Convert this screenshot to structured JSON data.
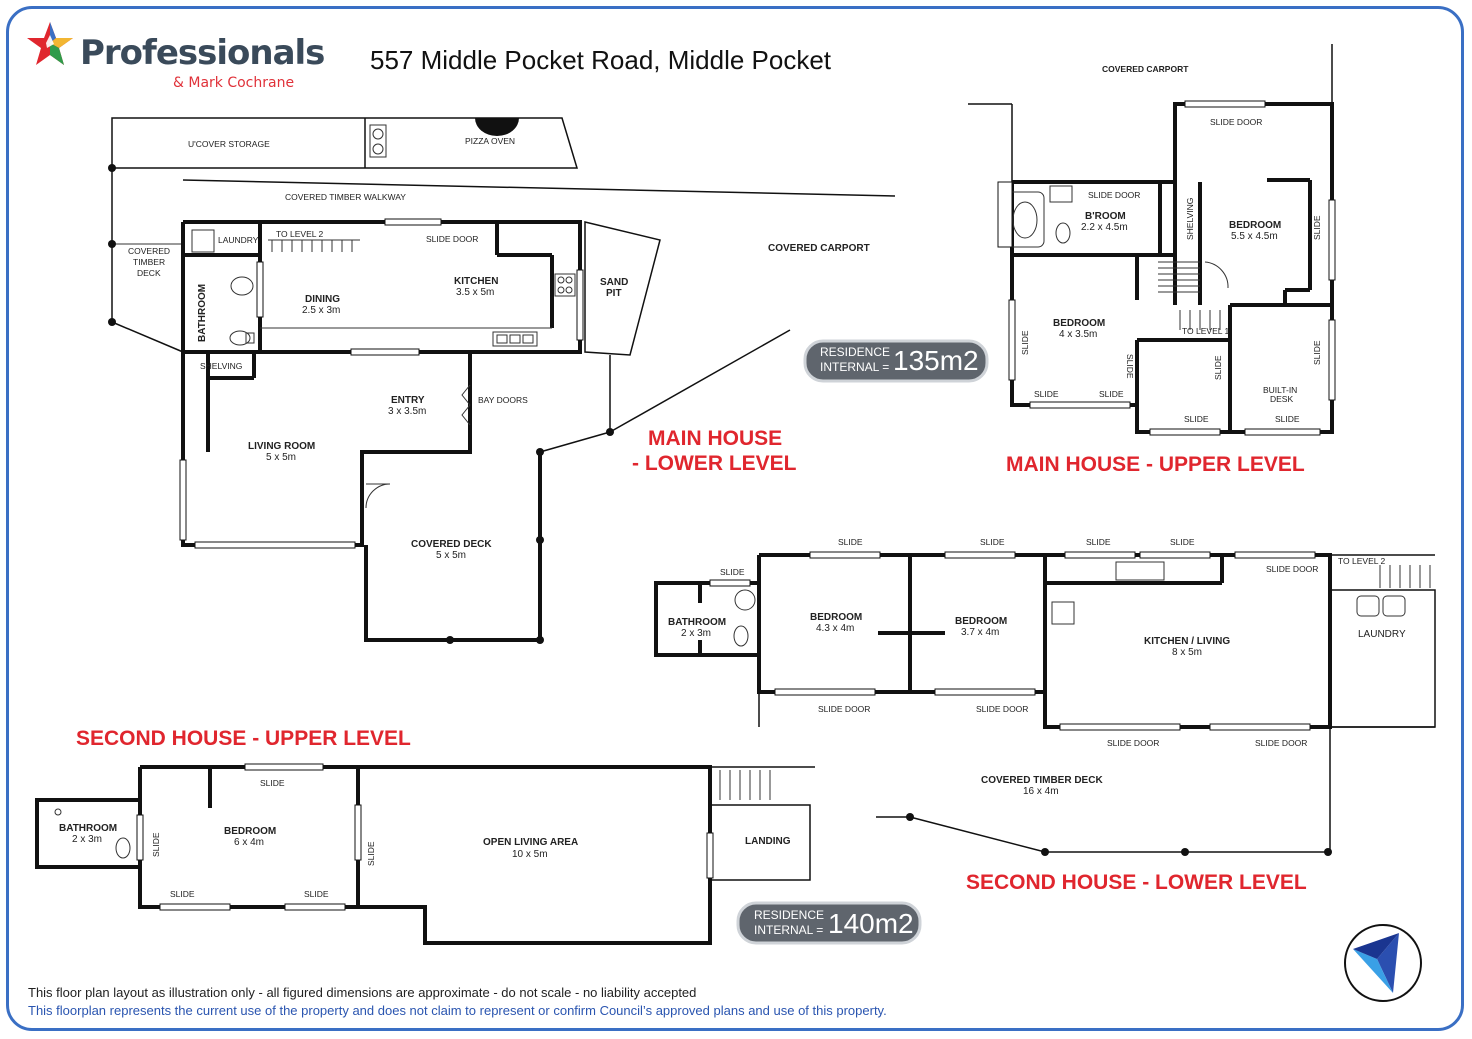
{
  "brand": {
    "name": "Professionals",
    "sub": "& Mark Cochrane",
    "star_colors": [
      "#e0262e",
      "#3a6fc4",
      "#f2b632",
      "#2f9b4a"
    ]
  },
  "title": "557 Middle Pocket Road, Middle Pocket",
  "sections": {
    "main_lower": [
      "MAIN HOUSE",
      "- LOWER LEVEL"
    ],
    "main_upper": "MAIN HOUSE - UPPER LEVEL",
    "second_upper": "SECOND HOUSE - UPPER LEVEL",
    "second_lower": "SECOND HOUSE - LOWER LEVEL"
  },
  "badges": [
    {
      "label1": "RESIDENCE",
      "label2": "INTERNAL =",
      "value": "135m2"
    },
    {
      "label1": "RESIDENCE",
      "label2": "INTERNAL =",
      "value": "140m2"
    }
  ],
  "main_lower": {
    "ucover_storage": "U'COVER STORAGE",
    "pizza_oven": "PIZZA OVEN",
    "walkway": "COVERED TIMBER WALKWAY",
    "covered_timber_deck": [
      "COVERED",
      "TIMBER",
      "DECK"
    ],
    "laundry": "LAUNDRY",
    "to_level2": "TO LEVEL 2",
    "slide_door": "SLIDE DOOR",
    "bathroom": "BATHROOM",
    "dining": {
      "name": "DINING",
      "dim": "2.5 x 3m"
    },
    "kitchen": {
      "name": "KITCHEN",
      "dim": "3.5 x 5m"
    },
    "sand_pit": [
      "SAND",
      "PIT"
    ],
    "covered_carport": "COVERED CARPORT",
    "shelving": "SHELVING",
    "entry": {
      "name": "ENTRY",
      "dim": "3 x 3.5m"
    },
    "bay_doors": "BAY DOORS",
    "living": {
      "name": "LIVING ROOM",
      "dim": "5 x 5m"
    },
    "covered_deck": {
      "name": "COVERED DECK",
      "dim": "5 x 5m"
    }
  },
  "main_upper": {
    "covered_carport": "COVERED CARPORT",
    "slide_door_top": "SLIDE DOOR",
    "slide_door_broom": "SLIDE DOOR",
    "broom": {
      "name": "B'ROOM",
      "dim": "2.2 x 4.5m"
    },
    "shelving": "SHELVING",
    "bedroom1": {
      "name": "BEDROOM",
      "dim": "5.5 x 4.5m"
    },
    "bedroom2": {
      "name": "BEDROOM",
      "dim": "4 x 3.5m"
    },
    "to_level1": "TO LEVEL 1",
    "built_in_desk": [
      "BUILT-IN",
      "DESK"
    ],
    "slide": "SLIDE"
  },
  "second_lower": {
    "slide": "SLIDE",
    "slide_door": "SLIDE DOOR",
    "to_level2": "TO LEVEL 2",
    "bathroom": {
      "name": "BATHROOM",
      "dim": "2 x 3m"
    },
    "bedroom1": {
      "name": "BEDROOM",
      "dim": "4.3 x 4m"
    },
    "bedroom2": {
      "name": "BEDROOM",
      "dim": "3.7 x 4m"
    },
    "kitchen_living": {
      "name": "KITCHEN / LIVING",
      "dim": "8 x 5m"
    },
    "laundry": "LAUNDRY",
    "deck": {
      "name": "COVERED TIMBER DECK",
      "dim": "16 x 4m"
    }
  },
  "second_upper": {
    "bathroom": {
      "name": "BATHROOM",
      "dim": "2 x 3m"
    },
    "bedroom": {
      "name": "BEDROOM",
      "dim": "6 x 4m"
    },
    "open_living": {
      "name": "OPEN LIVING AREA",
      "dim": "10 x 5m"
    },
    "landing": "LANDING",
    "slide": "SLIDE"
  },
  "disclaimer": {
    "line1": "This floor plan layout as illustration only - all figured dimensions are approximate - do not scale - no liability accepted",
    "line2": "This floorplan represents the current use of the property and does not claim to represent or confirm Council’s approved plans and use of this property."
  }
}
